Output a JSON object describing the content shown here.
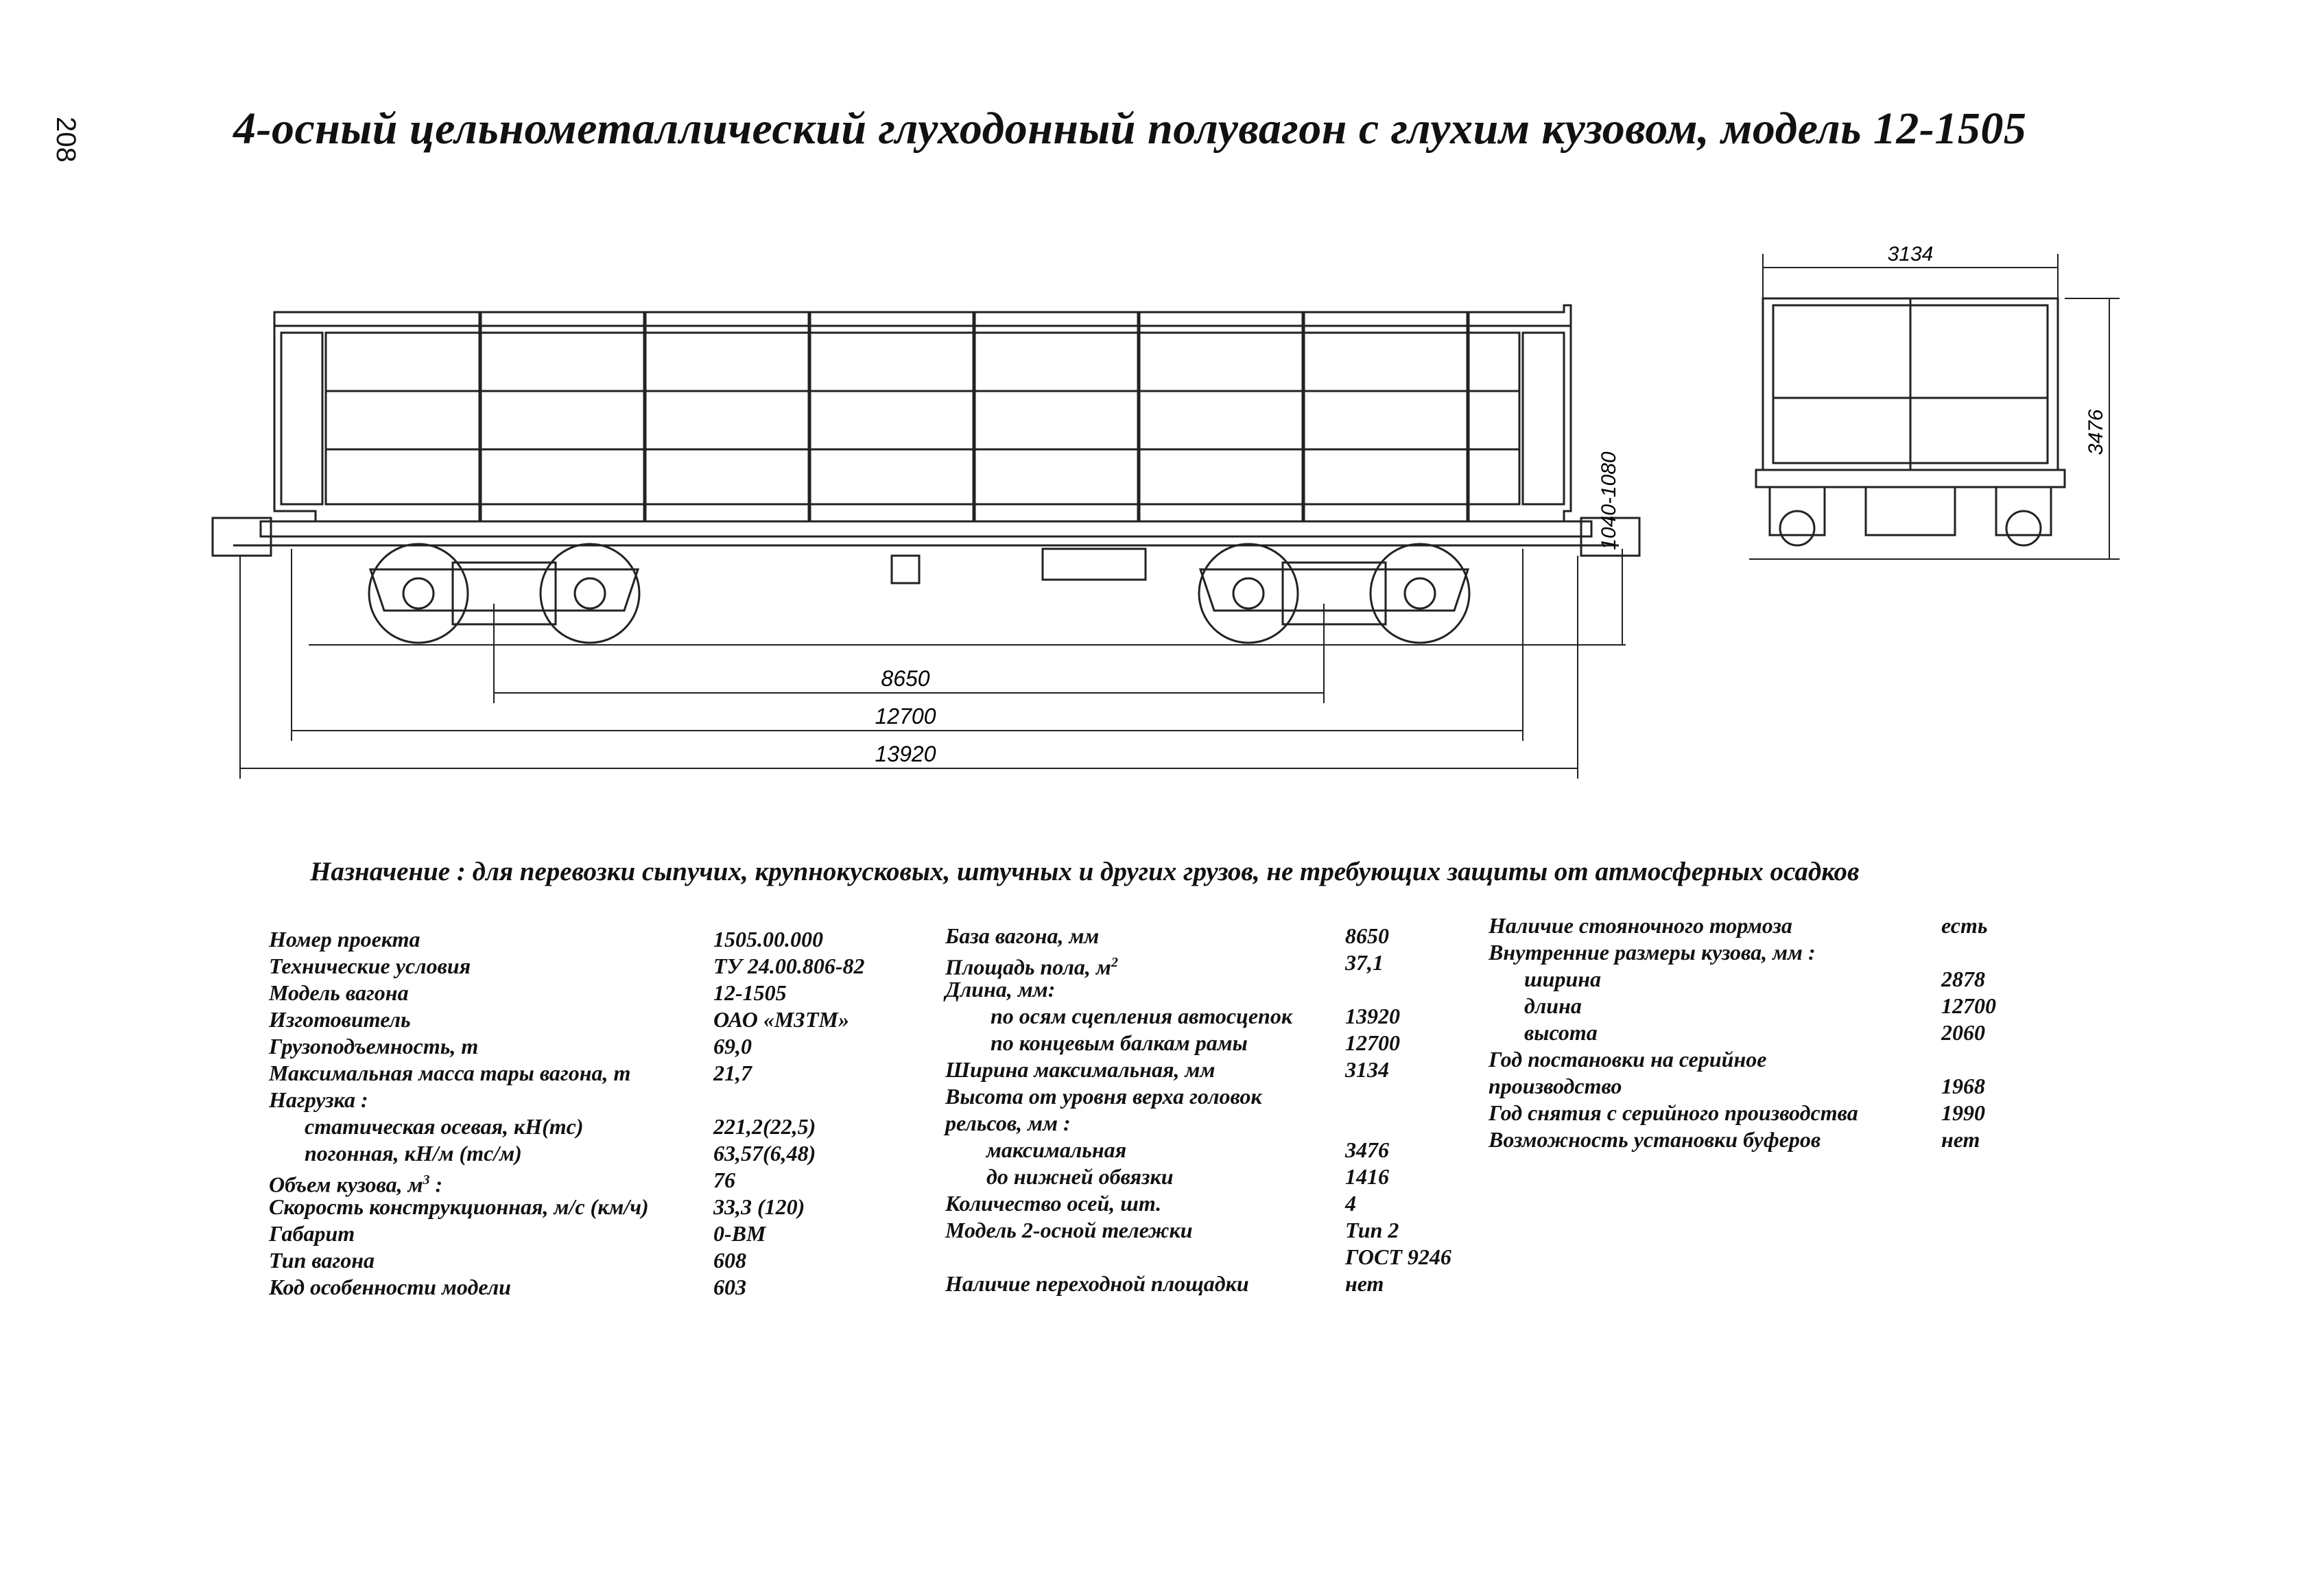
{
  "page_number": "208",
  "title": "4-осный цельнометаллический глуходонный полувагон с глухим кузовом, модель 12-1505",
  "dimensions": {
    "base": "8650",
    "frame_length": "12700",
    "coupler_length": "13920",
    "height_range": "1040-1080",
    "width": "3134",
    "height": "3476"
  },
  "purpose": "Назначение : для перевозки сыпучих, крупнокусковых, штучных и других грузов, не требующих защиты от атмосферных осадков",
  "col1": [
    {
      "label": "Номер проекта",
      "value": "1505.00.000"
    },
    {
      "label": "Технические условия",
      "value": "ТУ 24.00.806-82"
    },
    {
      "label": "Модель вагона",
      "value": "12-1505"
    },
    {
      "label": "Изготовитель",
      "value": "ОАО «МЗТМ»"
    },
    {
      "label": "Грузоподъемность, т",
      "value": "69,0"
    },
    {
      "label": "Максимальная масса тары вагона, т",
      "value": "21,7"
    },
    {
      "label": "Нагрузка :",
      "value": ""
    },
    {
      "label": "статическая осевая, кН(тс)",
      "value": "221,2(22,5)"
    },
    {
      "label": "погонная, кН/м (тс/м)",
      "value": "63,57(6,48)"
    },
    {
      "label": "Объем кузова, м",
      "sup": "3",
      "label_suffix": " :",
      "value": "76"
    },
    {
      "label": "Скорость конструкционная, м/с (км/ч)",
      "value": "33,3 (120)"
    },
    {
      "label": "Габарит",
      "value": "0-ВМ"
    },
    {
      "label": "Тип вагона",
      "value": "608"
    },
    {
      "label": "Код  особенности модели",
      "value": "603"
    }
  ],
  "col2": [
    {
      "label": "База вагона, мм",
      "value": "8650"
    },
    {
      "label": "Площадь пола, м",
      "sup": "2",
      "value": "37,1"
    },
    {
      "label": "Длина, мм:",
      "value": ""
    },
    {
      "label": "по осям сцепления автосцепок",
      "value": "13920"
    },
    {
      "label": "по концевым балкам рамы",
      "value": "12700"
    },
    {
      "label": "Ширина максимальная, мм",
      "value": "3134"
    },
    {
      "label": "Высота от уровня верха головок",
      "value": ""
    },
    {
      "label": "рельсов, мм :",
      "value": ""
    },
    {
      "label": "максимальная",
      "value": "3476"
    },
    {
      "label": "до нижней обвязки",
      "value": "1416"
    },
    {
      "label": "Количество осей, шт.",
      "value": "4"
    },
    {
      "label": "Модель 2-осной тележки",
      "value": "Тип 2"
    },
    {
      "label": "",
      "value": "ГОСТ 9246"
    },
    {
      "label": "Наличие переходной площадки",
      "value": "нет"
    }
  ],
  "col3": [
    {
      "label": "Наличие стояночного тормоза",
      "value": "есть"
    },
    {
      "label": "Внутренние размеры кузова, мм :",
      "value": ""
    },
    {
      "label": "ширина",
      "value": "2878"
    },
    {
      "label": "длина",
      "value": "12700"
    },
    {
      "label": "высота",
      "value": "2060"
    },
    {
      "label": "Год постановки на серийное",
      "value": ""
    },
    {
      "label": "производство",
      "value": "1968"
    },
    {
      "label": "Год снятия с серийного производства",
      "value": "1990"
    },
    {
      "label": "Возможность установки буферов",
      "value": "нет"
    }
  ]
}
